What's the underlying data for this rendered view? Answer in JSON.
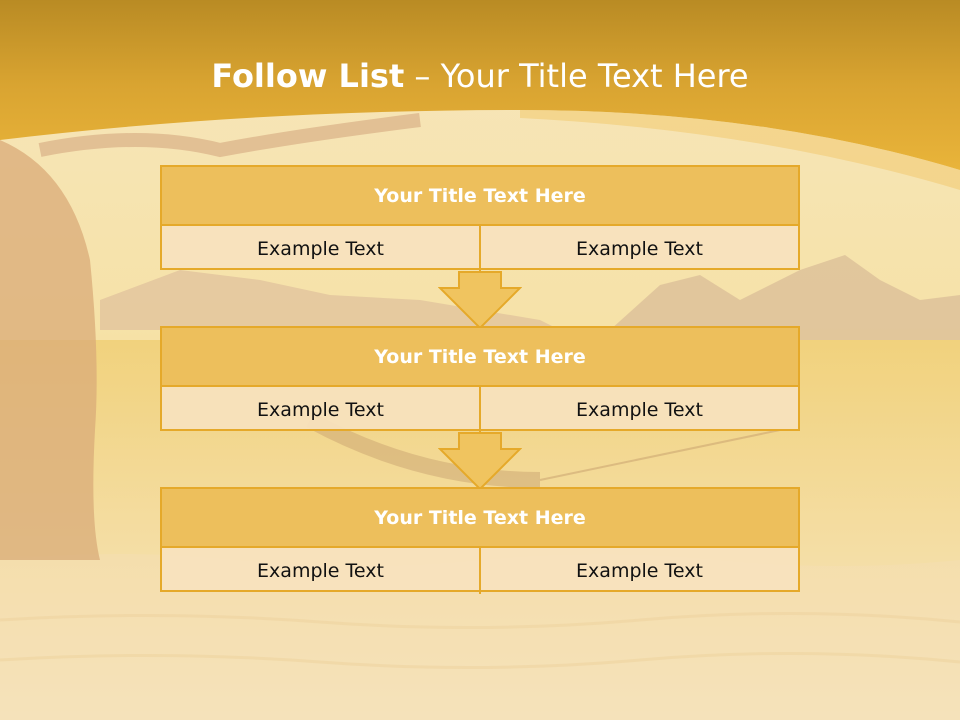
{
  "header": {
    "title_bold": "Follow List",
    "title_rest": "  – Your Title Text Here"
  },
  "blocks": [
    {
      "title": "Your Title Text Here",
      "left": "Example Text",
      "right": "Example Text"
    },
    {
      "title": "Your Title Text Here",
      "left": "Example Text",
      "right": "Example Text"
    },
    {
      "title": "Your Title Text Here",
      "left": "Example Text",
      "right": "Example Text"
    }
  ],
  "colors": {
    "accent": "#e5a92a",
    "title_fill": "#edbf5c",
    "cell_fill": "#f7e2be",
    "banner": "#e3a82e"
  }
}
